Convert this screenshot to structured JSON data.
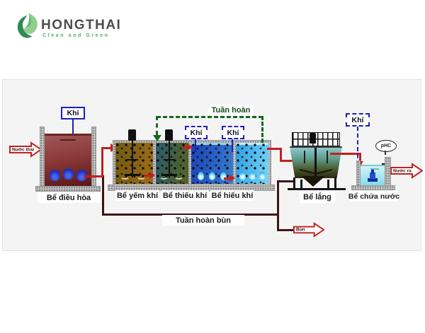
{
  "logo": {
    "brand": "HONGTHAI",
    "tagline": "Clean and Green"
  },
  "diagram": {
    "streams": {
      "influent": "Nước thải",
      "effluent": "Nước ra",
      "air": "Khí",
      "recirculation": "Tuần hoàn",
      "sludge_recirculation": "Tuần hoàn bùn",
      "sludge_waste": "Bùn",
      "ph_controller": "pHC"
    },
    "tanks": {
      "equalization": "Bể điều hòa",
      "anaerobic": "Bể yếm khí",
      "anoxic": "Bể thiếu khí",
      "aerobic": "Bể hiếu khí",
      "settling": "Bể lắng",
      "storage": "Bể chứa nước"
    },
    "colors": {
      "pipe_red": "#c41f1f",
      "sludge_line": "#401318",
      "air_blue": "#1f1fbc",
      "recirculation_green": "#15691e",
      "brand_green": "#4fae6e",
      "brand_text": "#4d4d4d",
      "panel_bg": "#f4f4f4"
    }
  }
}
